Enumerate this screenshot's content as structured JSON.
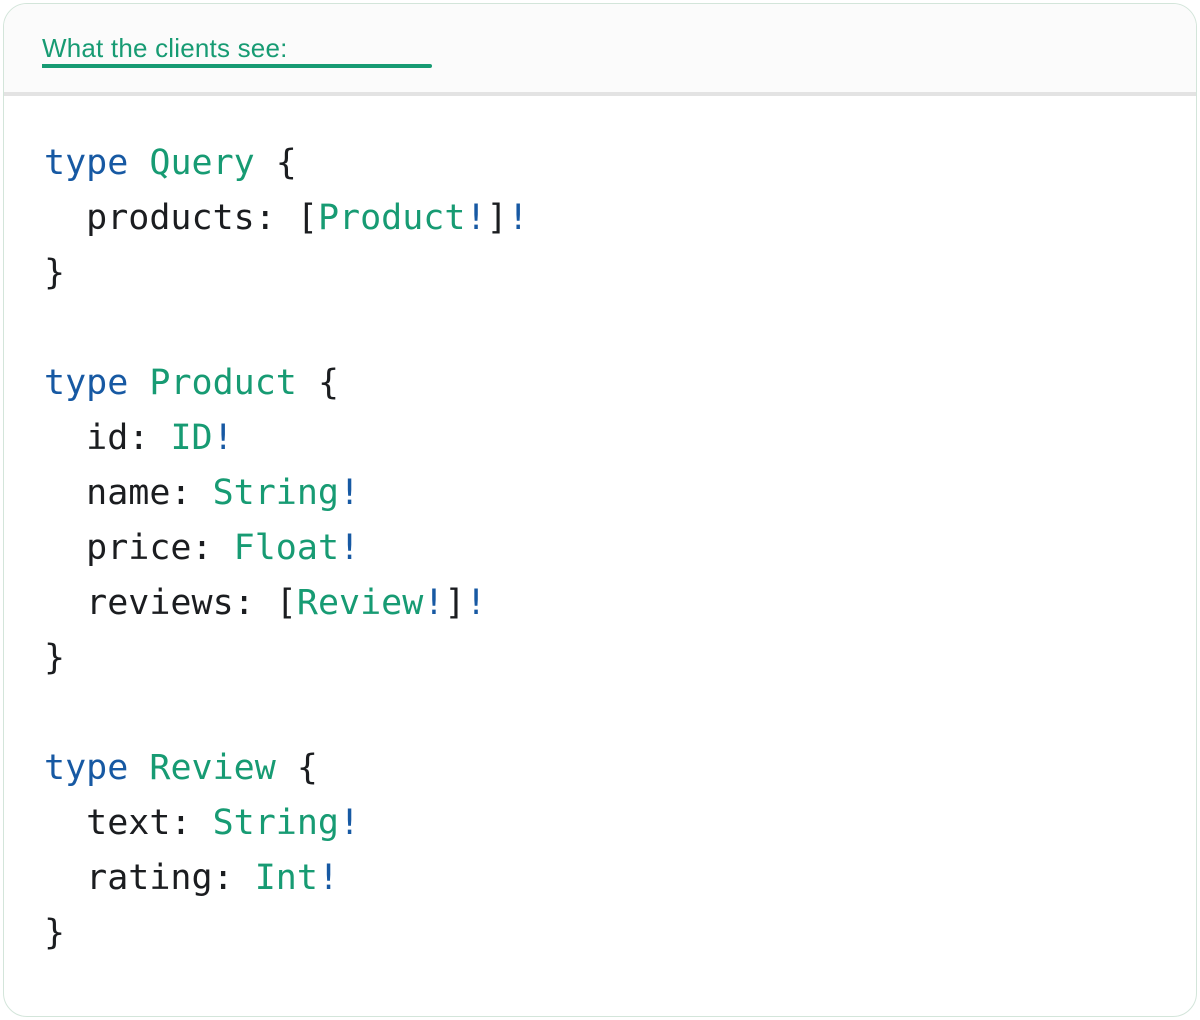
{
  "header": {
    "tab_label": "What the clients see:"
  },
  "colors": {
    "accent_green": "#179b73",
    "keyword_blue": "#1759a3",
    "code_text": "#1b1d20",
    "divider_gray": "#e3e3e3",
    "header_bg": "#fbfbfb",
    "card_border": "#d3e5da"
  },
  "code": {
    "language": "graphql",
    "lines": [
      [
        {
          "style": "keyword",
          "text": "type"
        },
        {
          "style": "plain",
          "text": " "
        },
        {
          "style": "type",
          "text": "Query"
        },
        {
          "style": "plain",
          "text": " {"
        }
      ],
      [
        {
          "style": "plain",
          "text": "  products: ["
        },
        {
          "style": "type",
          "text": "Product"
        },
        {
          "style": "bang",
          "text": "!"
        },
        {
          "style": "plain",
          "text": "]"
        },
        {
          "style": "bang",
          "text": "!"
        }
      ],
      [
        {
          "style": "plain",
          "text": "}"
        }
      ],
      [],
      [
        {
          "style": "keyword",
          "text": "type"
        },
        {
          "style": "plain",
          "text": " "
        },
        {
          "style": "type",
          "text": "Product"
        },
        {
          "style": "plain",
          "text": " {"
        }
      ],
      [
        {
          "style": "plain",
          "text": "  id: "
        },
        {
          "style": "type",
          "text": "ID"
        },
        {
          "style": "bang",
          "text": "!"
        }
      ],
      [
        {
          "style": "plain",
          "text": "  name: "
        },
        {
          "style": "type",
          "text": "String"
        },
        {
          "style": "bang",
          "text": "!"
        }
      ],
      [
        {
          "style": "plain",
          "text": "  price: "
        },
        {
          "style": "type",
          "text": "Float"
        },
        {
          "style": "bang",
          "text": "!"
        }
      ],
      [
        {
          "style": "plain",
          "text": "  reviews: ["
        },
        {
          "style": "type",
          "text": "Review"
        },
        {
          "style": "bang",
          "text": "!"
        },
        {
          "style": "plain",
          "text": "]"
        },
        {
          "style": "bang",
          "text": "!"
        }
      ],
      [
        {
          "style": "plain",
          "text": "}"
        }
      ],
      [],
      [
        {
          "style": "keyword",
          "text": "type"
        },
        {
          "style": "plain",
          "text": " "
        },
        {
          "style": "type",
          "text": "Review"
        },
        {
          "style": "plain",
          "text": " {"
        }
      ],
      [
        {
          "style": "plain",
          "text": "  text: "
        },
        {
          "style": "type",
          "text": "String"
        },
        {
          "style": "bang",
          "text": "!"
        }
      ],
      [
        {
          "style": "plain",
          "text": "  rating: "
        },
        {
          "style": "type",
          "text": "Int"
        },
        {
          "style": "bang",
          "text": "!"
        }
      ],
      [
        {
          "style": "plain",
          "text": "}"
        }
      ]
    ]
  }
}
